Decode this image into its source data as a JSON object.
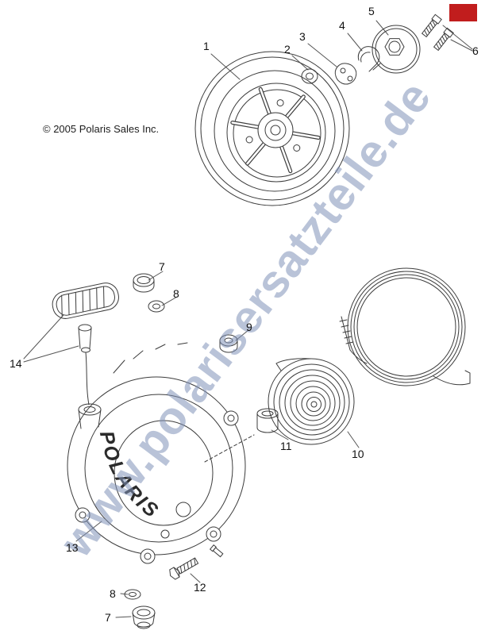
{
  "copyright": "© 2005 Polaris Sales Inc.",
  "watermark": {
    "text": "www.polarisersatzteile.de",
    "color": "#8092b8"
  },
  "badge_color": "#c11d1d",
  "housing": {
    "logo": "POLARIS"
  },
  "callouts": [
    {
      "number": "1"
    },
    {
      "number": "2"
    },
    {
      "number": "3"
    },
    {
      "number": "4"
    },
    {
      "number": "5"
    },
    {
      "number": "6"
    },
    {
      "number": "7"
    },
    {
      "number": "8"
    },
    {
      "number": "9"
    },
    {
      "number": "10"
    },
    {
      "number": "11"
    },
    {
      "number": "12"
    },
    {
      "number": "13"
    },
    {
      "number": "14"
    },
    {
      "number": "8"
    },
    {
      "number": "7"
    }
  ]
}
